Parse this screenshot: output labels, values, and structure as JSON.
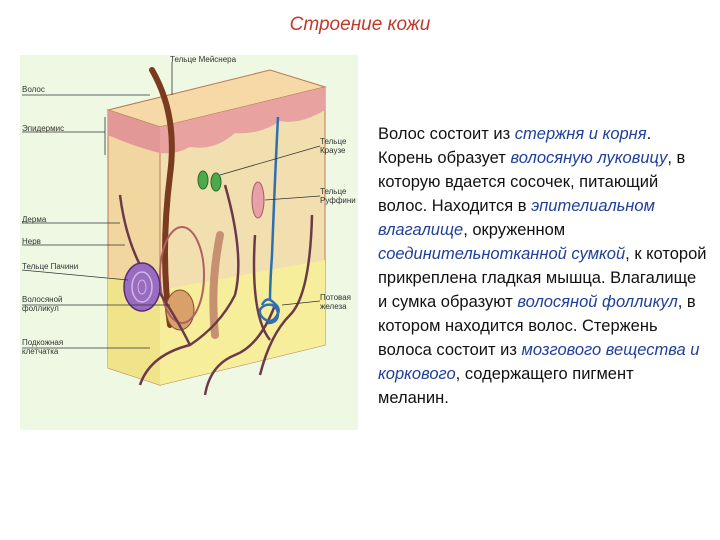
{
  "title": "Строение кожи",
  "figure": {
    "labels": {
      "meissner": "Тельце Мейснера",
      "hair": "Волос",
      "epidermis": "Эпидермис",
      "krause": "Тельце Краузе",
      "ruffini": "Тельце Руффини",
      "dermis": "Дерма",
      "nerve": "Нерв",
      "pacini": "Тельце Пачини",
      "follicle": "Волосяной фолликул",
      "subcutis": "Подкожная клетчатка",
      "sweat_gland": "Потовая железа"
    },
    "colors": {
      "epidermis_top": "#f7d9a8",
      "epidermis_layer": "#e8a3a0",
      "dermis": "#f2dfb0",
      "subcutis": "#f6ee9a",
      "nerves": "#6b3a4a",
      "sweat_gland": "#2e6fb0",
      "corpuscle": "#8a5cb0"
    }
  },
  "text": {
    "s1": "Волос состоит из ",
    "t1": "стержня и корня",
    "s2": ". Корень образует ",
    "t2": "волосяную луковицу",
    "s3": ", в которую вдается сосочек, питающий волос. Находится в ",
    "t3": "эпителиальном влагалище",
    "s4": ", окруженном ",
    "t4": "соединительнотканной сумкой",
    "s5": ", к которой прикреплена гладкая мышца. Влагалище и сумка образуют ",
    "t5": "волосяной фолликул",
    "s6": ", в котором находится волос. Стержень волоса состоит из ",
    "t6": "мозгового вещества и коркового",
    "s7": ", содержащего пигмент меланин."
  }
}
